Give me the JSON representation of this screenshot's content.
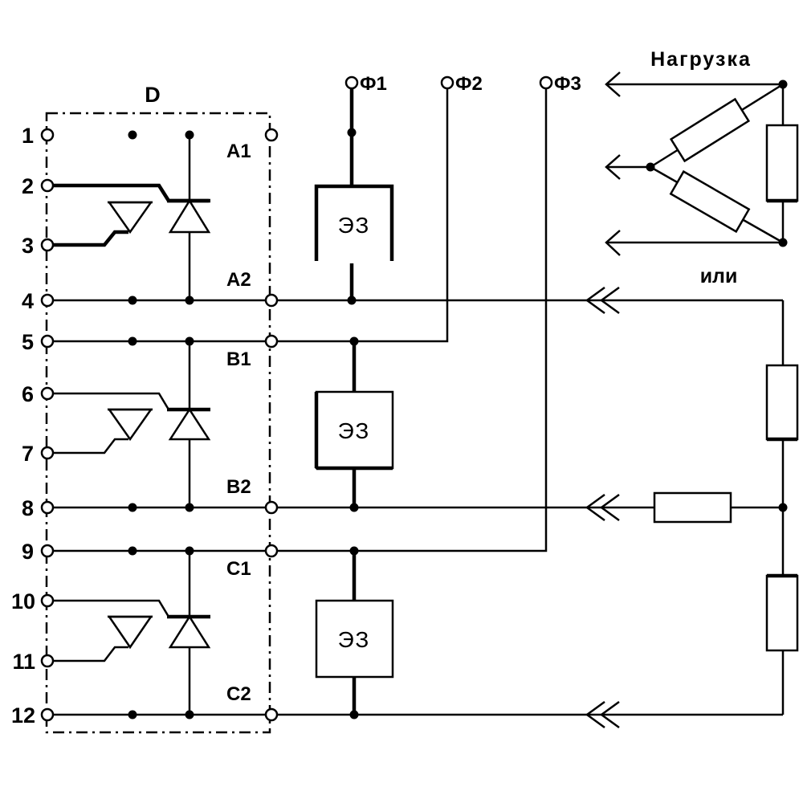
{
  "module_label": "D",
  "pins": [
    "1",
    "2",
    "3",
    "4",
    "5",
    "6",
    "7",
    "8",
    "9",
    "10",
    "11",
    "12"
  ],
  "terminals": [
    "A1",
    "A2",
    "B1",
    "B2",
    "C1",
    "C2"
  ],
  "phases": [
    "Ф1",
    "Ф2",
    "Ф3"
  ],
  "protection_element": "ЭЗ",
  "load_title": "Нагрузка",
  "or_text": "или"
}
